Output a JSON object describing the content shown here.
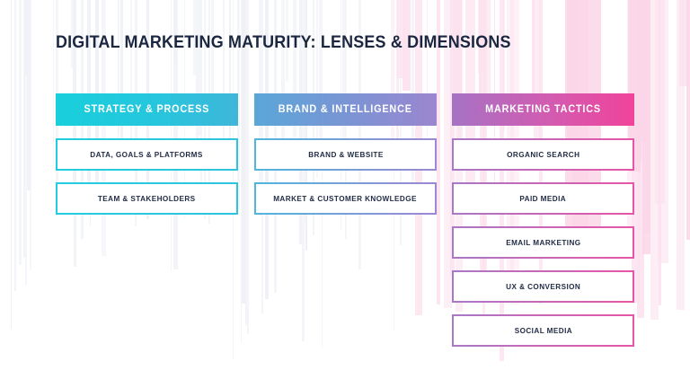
{
  "slide": {
    "title": "DIGITAL MARKETING MATURITY: LENSES & DIMENSIONS",
    "background_color": "#FFFFFF",
    "title_color": "#1B2740",
    "item_text_color": "#1F2A44"
  },
  "palette": {
    "cyan": "#19CFDC",
    "blue": "#5AA7D8",
    "purple": "#9B86D0",
    "violet": "#A772C4",
    "pink": "#F0439A"
  },
  "columns": [
    {
      "header": "STRATEGY & PROCESS",
      "header_gradient_from": "#19CFDC",
      "header_gradient_to": "#3FB6DA",
      "items": [
        "DATA, GOALS & PLATFORMS",
        "TEAM & STAKEHOLDERS"
      ]
    },
    {
      "header": "BRAND & INTELLIGENCE",
      "header_gradient_from": "#5AA7D8",
      "header_gradient_to": "#9B86D0",
      "items": [
        "BRAND & WEBSITE",
        "MARKET & CUSTOMER KNOWLEDGE"
      ]
    },
    {
      "header": "MARKETING TACTICS",
      "header_gradient_from": "#A772C4",
      "header_gradient_to": "#F0439A",
      "items": [
        "ORGANIC SEARCH",
        "PAID MEDIA",
        "EMAIL MARKETING",
        "UX & CONVERSION",
        "SOCIAL MEDIA"
      ]
    }
  ]
}
